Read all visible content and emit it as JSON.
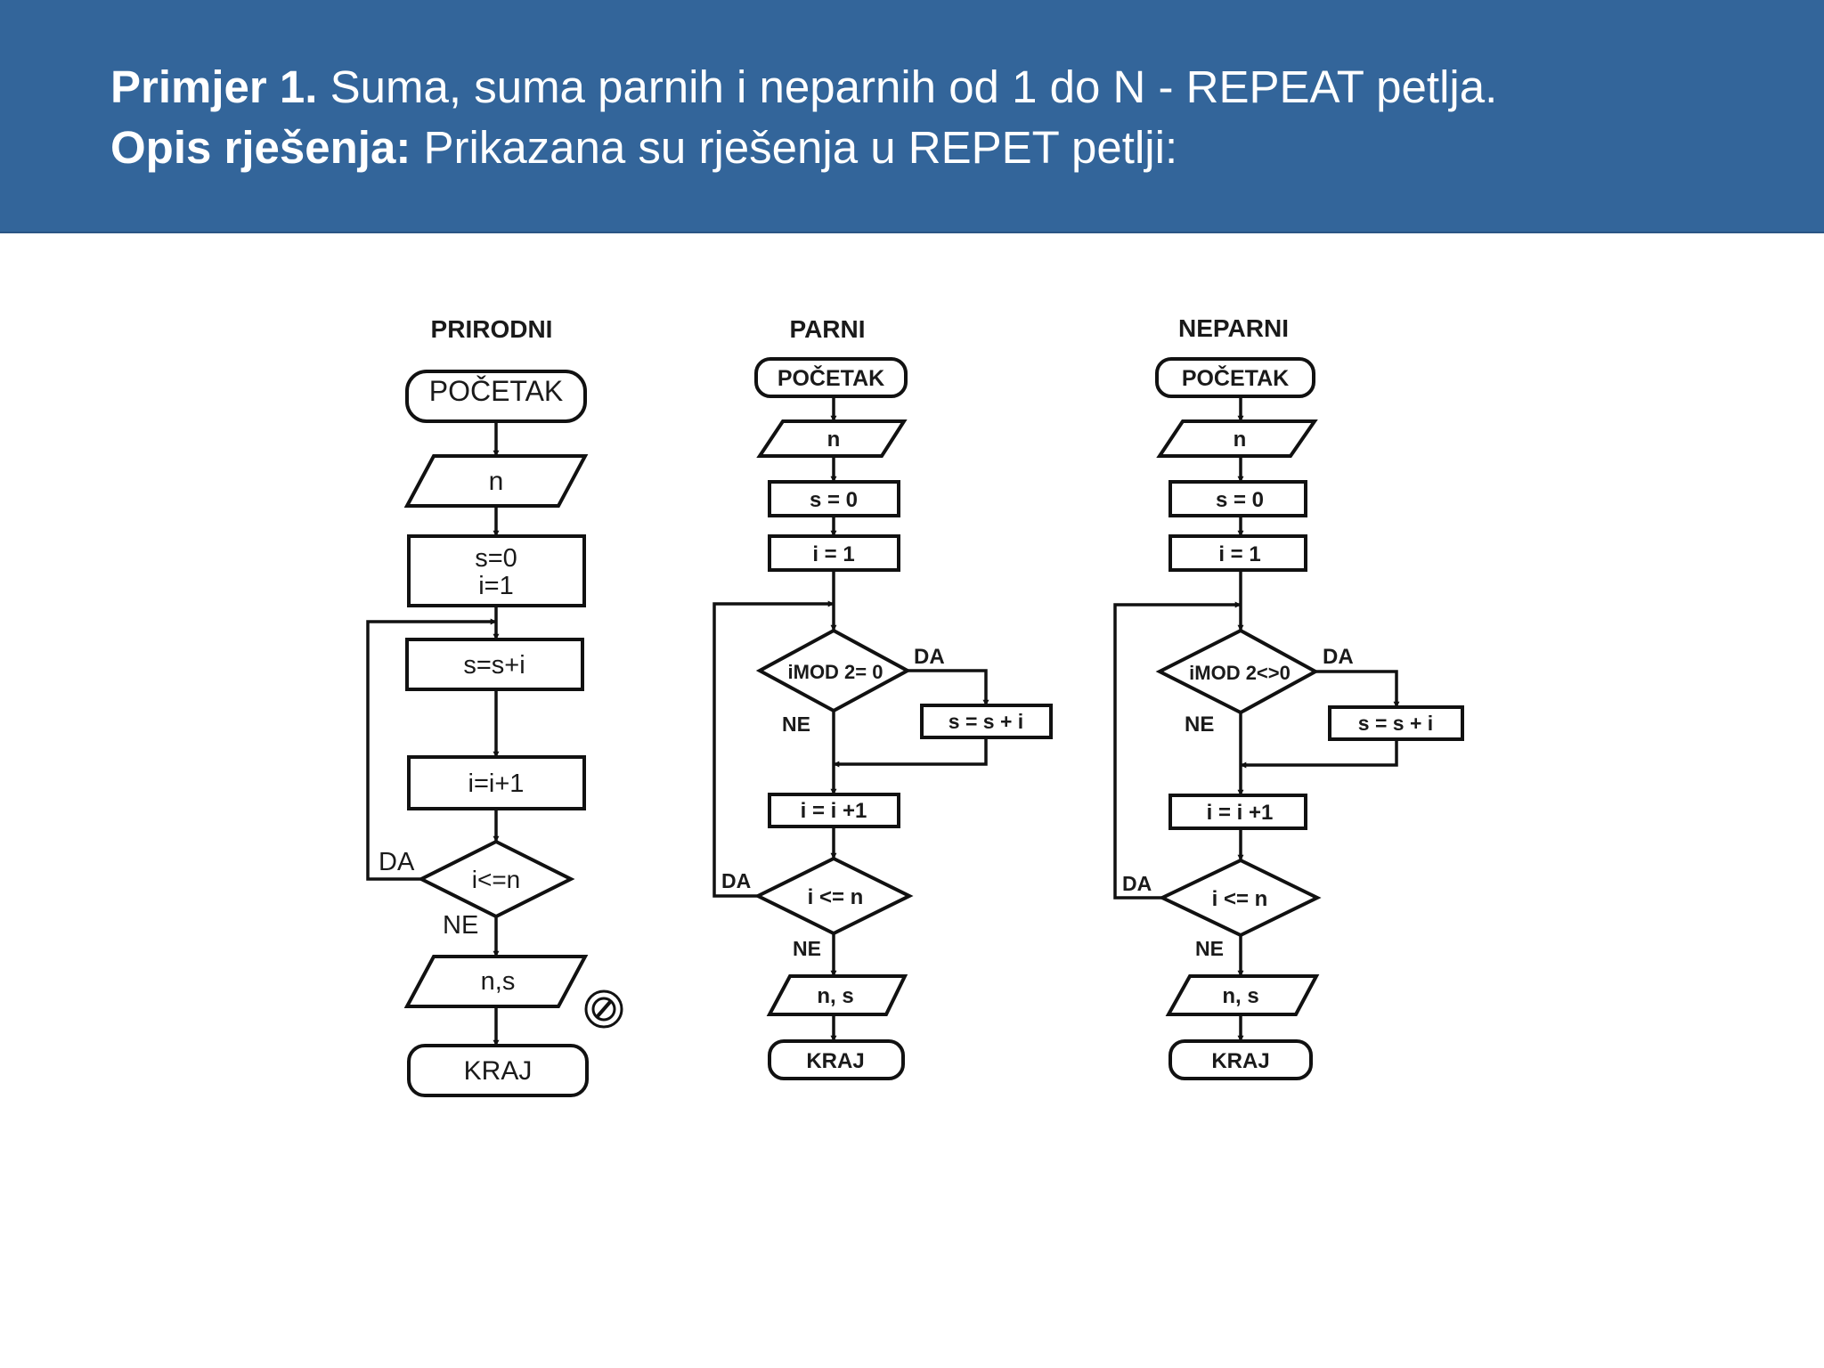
{
  "header": {
    "line1_bold": "Primjer 1.",
    "line1_text": " Suma, suma parnih i neparnih od 1 do N - REPEAT petlja.",
    "line2_bold": "Opis rješenja:",
    "line2_text": " Prikazana su rješenja u REPET petlji:"
  },
  "flowcharts": {
    "prirodni": {
      "title": "PRIRODNI",
      "start": "POČETAK",
      "input": "n",
      "init_line1": "s=0",
      "init_line2": "i=1",
      "sum": "s=s+i",
      "increment": "i=i+1",
      "condition": "i<=n",
      "yes": "DA",
      "no": "NE",
      "output": "n,s",
      "end": "KRAJ"
    },
    "parni": {
      "title": "PARNI",
      "start": "POČETAK",
      "input": "n",
      "init_s": "s = 0",
      "init_i": "i = 1",
      "mod_condition": "iMOD 2= 0",
      "mod_yes": "DA",
      "mod_no": "NE",
      "sum": "s = s + i",
      "increment": "i = i +1",
      "condition": "i <= n",
      "yes": "DA",
      "no": "NE",
      "output": "n, s",
      "end": "KRAJ"
    },
    "neparni": {
      "title": "NEPARNI",
      "start": "POČETAK",
      "input": "n",
      "init_s": "s = 0",
      "init_i": "i = 1",
      "mod_condition": "iMOD 2<>0",
      "mod_yes": "DA",
      "mod_no": "NE",
      "sum": "s = s + i",
      "increment": "i = i +1",
      "condition": "i <= n",
      "yes": "DA",
      "no": "NE",
      "output": "n, s",
      "end": "KRAJ"
    }
  }
}
